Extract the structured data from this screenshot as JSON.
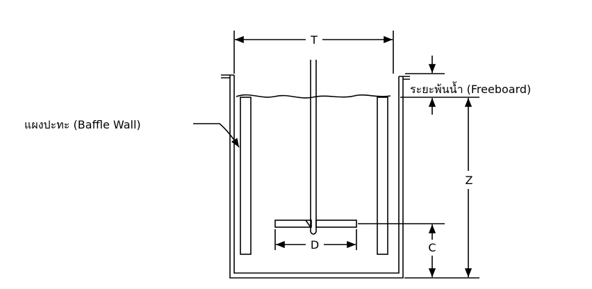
{
  "labels": {
    "tank_width": "T",
    "liquid_height": "Z",
    "impeller_diameter": "D",
    "impeller_clearance": "C",
    "freeboard": "ระยะพ้นน้ำ (Freeboard)",
    "baffle": "แผงปะทะ (Baffle Wall)"
  },
  "colors": {
    "line": "#000000",
    "background": "#ffffff"
  }
}
